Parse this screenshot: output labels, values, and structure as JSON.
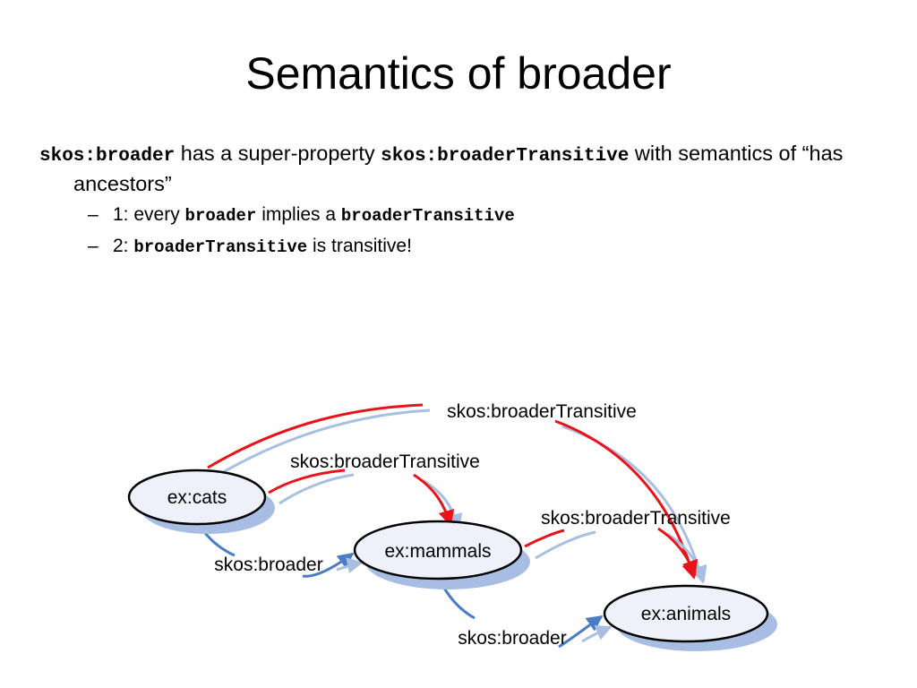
{
  "slide": {
    "title": "Semantics of broader",
    "bullet": {
      "term1": "skos:broader",
      "text1": " has a super-property ",
      "term2": "skos:broaderTransitive",
      "text2": " with semantics of “has ancestors”"
    },
    "sub_bullets": [
      {
        "dash": "–",
        "text1": "1: every ",
        "code1": "broader",
        "text2": " implies a ",
        "code2": "broaderTransitive"
      },
      {
        "dash": "–",
        "text1": "2: ",
        "code1": "broaderTransitive",
        "text2": " is transitive!"
      }
    ]
  },
  "diagram": {
    "nodes": {
      "cats": "ex:cats",
      "mammals": "ex:mammals",
      "animals": "ex:animals"
    },
    "edge_labels": {
      "cats_animals": "skos:broaderTransitive",
      "cats_mammals": "skos:broaderTransitive",
      "mammals_animals": "skos:broaderTransitive",
      "cats_mammals_broader": "skos:broader",
      "mammals_animals_broader": "skos:broader"
    },
    "colors": {
      "transitive": "#e8141a",
      "transitive_shadow": "#a9bfe0",
      "broader": "#4a7dc4",
      "node_fill": "#eef0fa",
      "node_shadow": "#a7bde2"
    }
  }
}
